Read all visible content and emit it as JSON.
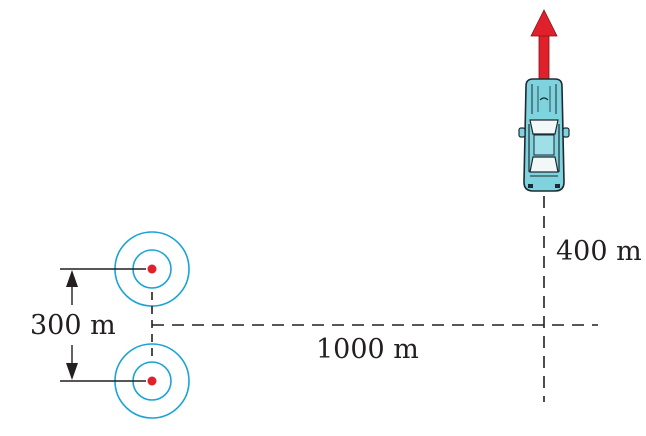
{
  "labels": {
    "separation": "300 m",
    "horizontal_distance": "1000 m",
    "car_distance": "400 m"
  },
  "colors": {
    "ring": "#1aa3d6",
    "source_dot": "#e0202a",
    "velocity_arrow": "#e0202a",
    "line": "#231f20",
    "car_body": "#7fd3de",
    "car_outline": "#1f2a30"
  },
  "icons": {
    "speaker": "concentric-rings-icon",
    "car": "car-icon",
    "velocity": "arrow-up-icon"
  }
}
